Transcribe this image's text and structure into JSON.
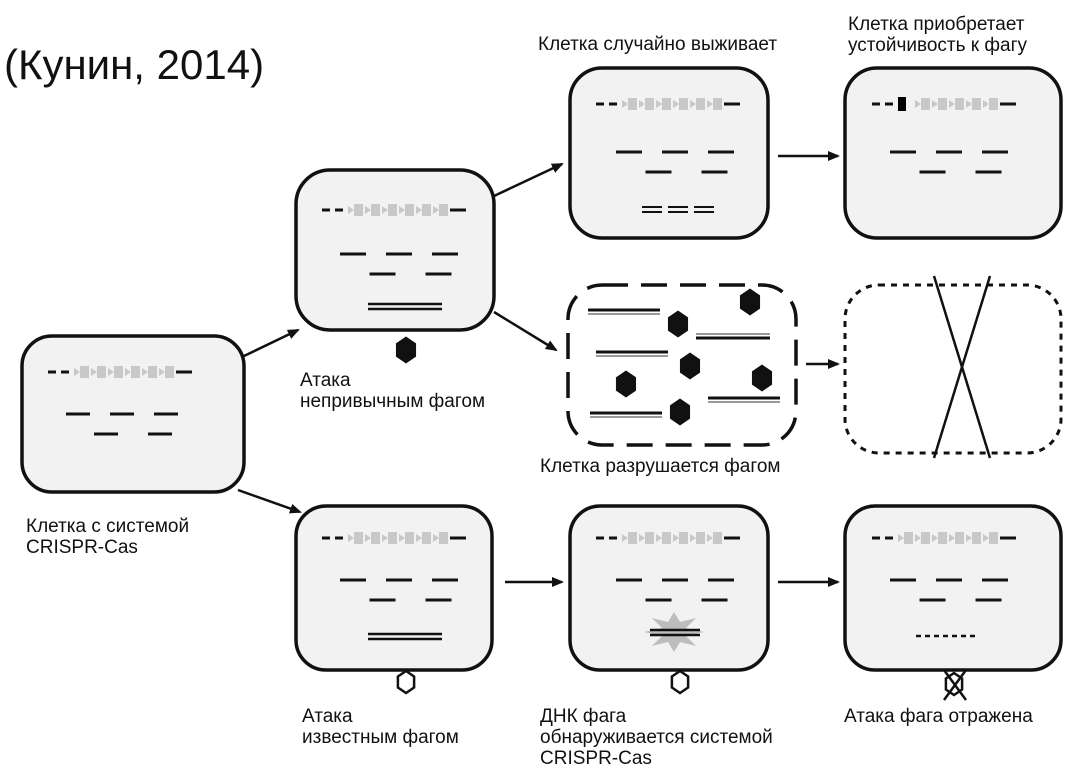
{
  "title": "(Кунин, 2014)",
  "labels": {
    "source_cell": [
      "Клетка с системой",
      "CRISPR-Cas"
    ],
    "attack_unfamiliar": [
      "Атака",
      "непривычным фагом"
    ],
    "cell_survives": [
      "Клетка случайно выживает"
    ],
    "cell_gains_resistance": [
      "Клетка приобретает",
      "устойчивость к фагу"
    ],
    "cell_destroyed": [
      "Клетка разрушается фагом"
    ],
    "attack_known": [
      "Атака",
      "известным фагом"
    ],
    "dna_detected": [
      "ДНК фага",
      "обнаруживается системой",
      "CRISPR-Cas"
    ],
    "attack_repelled": [
      "Атака фага отражена"
    ]
  },
  "colors": {
    "background": "#ffffff",
    "cell_fill": "#f2f2f2",
    "outline": "#111111",
    "crispr_repeat": "#c8c8c8",
    "new_spacer": "#000000",
    "detection_flash": "#bdbdbd"
  }
}
